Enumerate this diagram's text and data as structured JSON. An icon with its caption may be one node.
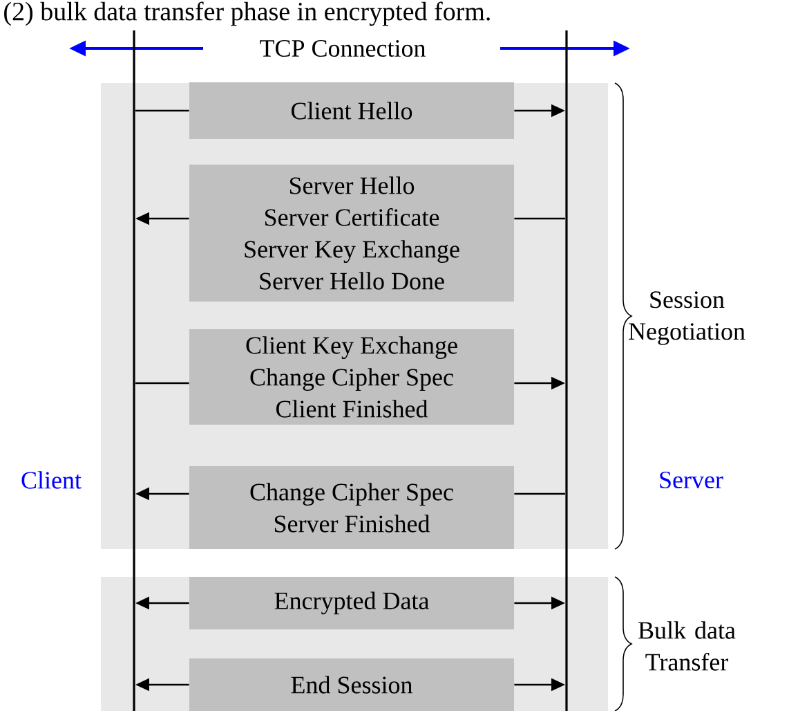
{
  "diagram": {
    "nodes": [
      {
        "text": [],
        "shape": "bar",
        "beside": [
          "Client"
        ]
      },
      {
        "text": [],
        "shape": "bar",
        "beside": [
          "Server"
        ]
      },
      {
        "text": [],
        "shape": "box",
        "beside": [
          "Session Negotiation"
        ]
      },
      {
        "text": [
          "Client Hello"
        ],
        "in": 2
      },
      {
        "text": [
          "Server Hello",
          "Server Certificate",
          "Server Key Exchange",
          "Server Hello Done"
        ],
        "in": 2
      },
      {
        "text": [
          "Client Key Exchange",
          "Change Cipher Spec",
          "Client Finished"
        ],
        "in": 2
      },
      {
        "text": [
          "Change Cipher Spec",
          "Server Finished"
        ],
        "in": 2
      },
      {
        "text": [],
        "shape": "box",
        "beside": [
          "Bulk data Transfer"
        ]
      },
      {
        "text": [
          "Encrypted Data"
        ],
        "in": 7
      },
      {
        "text": [
          "End Session"
        ],
        "in": 7
      }
    ],
    "edges": [
      {
        "from": 0,
        "to": 3,
        "arrow": "none"
      },
      {
        "from": 3,
        "to": 1,
        "arrow": "to"
      },
      {
        "from": 1,
        "to": 4,
        "arrow": "none"
      },
      {
        "from": 4,
        "to": 0,
        "arrow": "to"
      },
      {
        "from": 0,
        "to": 5,
        "arrow": "none"
      },
      {
        "from": 5,
        "to": 1,
        "arrow": "to"
      },
      {
        "from": 1,
        "to": 6,
        "arrow": "none"
      },
      {
        "from": 6,
        "to": 0,
        "arrow": "to"
      },
      {
        "from": 8,
        "to": 0,
        "arrow": "to"
      },
      {
        "from": 8,
        "to": 1,
        "arrow": "to"
      },
      {
        "from": 9,
        "to": 0,
        "arrow": "to"
      },
      {
        "from": 9,
        "to": 1,
        "arrow": "to"
      }
    ],
    "labels": [
      "(2) bulk data transfer phase in encrypted form.",
      "TCP Connection"
    ]
  }
}
